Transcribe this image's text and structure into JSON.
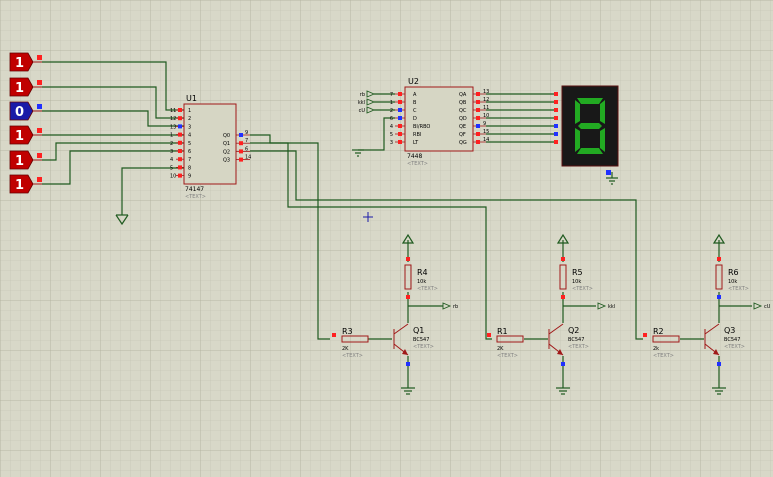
{
  "inputs": [
    {
      "value": "1",
      "color": "#c00000"
    },
    {
      "value": "1",
      "color": "#c00000"
    },
    {
      "value": "0",
      "color": "#1a1aa8"
    },
    {
      "value": "1",
      "color": "#c00000"
    },
    {
      "value": "1",
      "color": "#c00000"
    },
    {
      "value": "1",
      "color": "#c00000"
    }
  ],
  "u1": {
    "ref": "U1",
    "part": "74147",
    "text": "<TEXT>",
    "left_pins": [
      {
        "num": "11",
        "name": "1"
      },
      {
        "num": "12",
        "name": "2"
      },
      {
        "num": "13",
        "name": "3"
      },
      {
        "num": "1",
        "name": "4"
      },
      {
        "num": "2",
        "name": "5"
      },
      {
        "num": "3",
        "name": "6"
      },
      {
        "num": "4",
        "name": "7"
      },
      {
        "num": "5",
        "name": "8"
      },
      {
        "num": "10",
        "name": "9"
      }
    ],
    "right_pins": [
      {
        "num": "9",
        "name": "Q0"
      },
      {
        "num": "7",
        "name": "Q1"
      },
      {
        "num": "6",
        "name": "Q2"
      },
      {
        "num": "14",
        "name": "Q3"
      }
    ]
  },
  "u2": {
    "ref": "U2",
    "part": "7448",
    "text": "<TEXT>",
    "left_pins": [
      {
        "num": "7",
        "name": "A"
      },
      {
        "num": "1",
        "name": "B"
      },
      {
        "num": "2",
        "name": "C"
      },
      {
        "num": "6",
        "name": "D"
      },
      {
        "num": "4",
        "name": "BI/RBO"
      },
      {
        "num": "5",
        "name": "RBI"
      },
      {
        "num": "3",
        "name": "LT"
      }
    ],
    "right_pins": [
      {
        "num": "13",
        "name": "QA"
      },
      {
        "num": "12",
        "name": "QB"
      },
      {
        "num": "11",
        "name": "QC"
      },
      {
        "num": "10",
        "name": "QD"
      },
      {
        "num": "9",
        "name": "QE"
      },
      {
        "num": "15",
        "name": "QF"
      },
      {
        "num": "14",
        "name": "QG"
      }
    ],
    "net_inputs": [
      "rb",
      "kkl",
      "cU"
    ]
  },
  "display": {
    "digit": "8",
    "segment_color": "#22aa22",
    "background": "#181818"
  },
  "stages": [
    {
      "base_res": "R3",
      "base_val": "2K",
      "col_res": "R4",
      "col_val": "10k",
      "transistor": "Q1",
      "model": "BC547",
      "net": "rb",
      "text": "<TEXT>"
    },
    {
      "base_res": "R1",
      "base_val": "2K",
      "col_res": "R5",
      "col_val": "10k",
      "transistor": "Q2",
      "model": "BC547",
      "net": "kkl",
      "text": "<TEXT>"
    },
    {
      "base_res": "R2",
      "base_val": "2k",
      "col_res": "R6",
      "col_val": "10k",
      "transistor": "Q3",
      "model": "BC547",
      "net": "cU",
      "text": "<TEXT>"
    }
  ],
  "colors": {
    "grid": "#c2c2b0",
    "grid_major": "#b4b4a2",
    "wire": "#1f5a1f",
    "component": "#a01818",
    "chip_fill": "#d6d6c4",
    "pin_red": "#ff2020",
    "pin_blue": "#2030ff"
  }
}
